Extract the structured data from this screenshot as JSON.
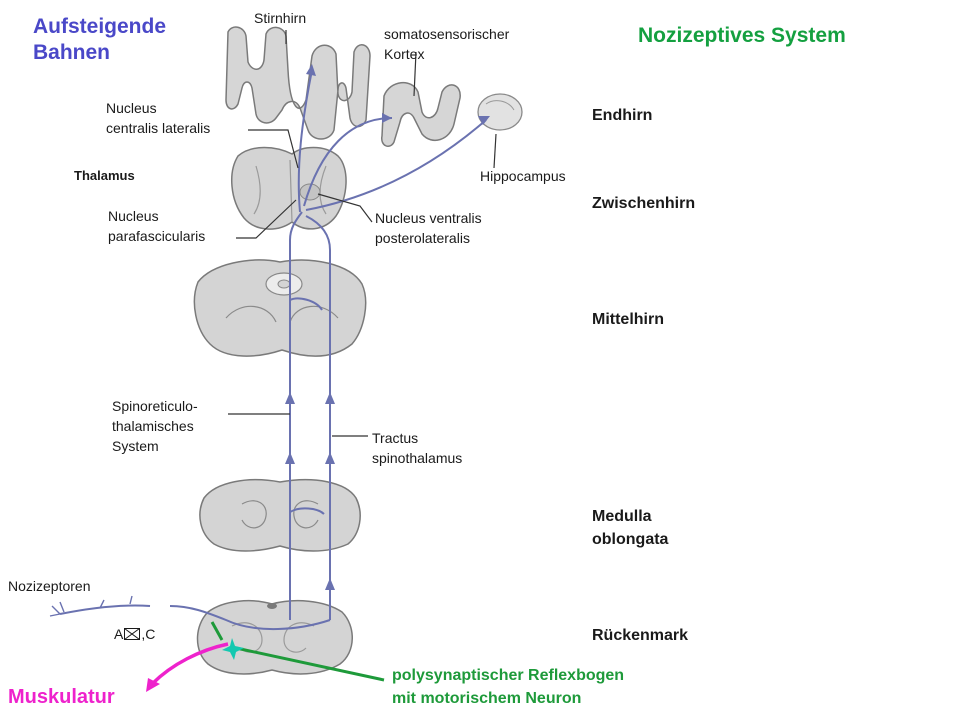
{
  "title_left": [
    "Aufsteigende",
    "Bahnen"
  ],
  "title_right": "Nozizeptives System",
  "colors": {
    "title_blue": "#4a48c8",
    "title_green": "#14a040",
    "muscle_magenta": "#ee22cc",
    "reflex_green": "#1e9a3a",
    "pathway_blue": "#6a72b0",
    "tissue_gray": "#d4d4d4"
  },
  "labels": {
    "stirnhirn": "Stirnhirn",
    "somato": [
      "somatosensorischer",
      "Kortex"
    ],
    "ncl": [
      "Nucleus",
      "centralis lateralis"
    ],
    "thalamus": "Thalamus",
    "hippocampus": "Hippocampus",
    "npf": [
      "Nucleus",
      "parafascicularis"
    ],
    "nvp": [
      "Nucleus ventralis",
      "posterolateralis"
    ],
    "spinoreticulo": [
      "Spinoreticulo-",
      "thalamisches",
      "System"
    ],
    "tractus": [
      "Tractus",
      "spinothalamus"
    ],
    "nozizeptoren": "Nozizeptoren",
    "fibers_a": "A",
    "fibers_c": ",C",
    "muskulatur": "Muskulatur",
    "reflex": [
      "polysynaptischer Reflexbogen",
      "mit motorischem Neuron"
    ]
  },
  "regions": {
    "endhirn": "Endhirn",
    "zwischenhirn": "Zwischenhirn",
    "mittelhirn": "Mittelhirn",
    "medulla": [
      "Medulla",
      "oblongata"
    ],
    "rueckenmark": "Rückenmark"
  }
}
